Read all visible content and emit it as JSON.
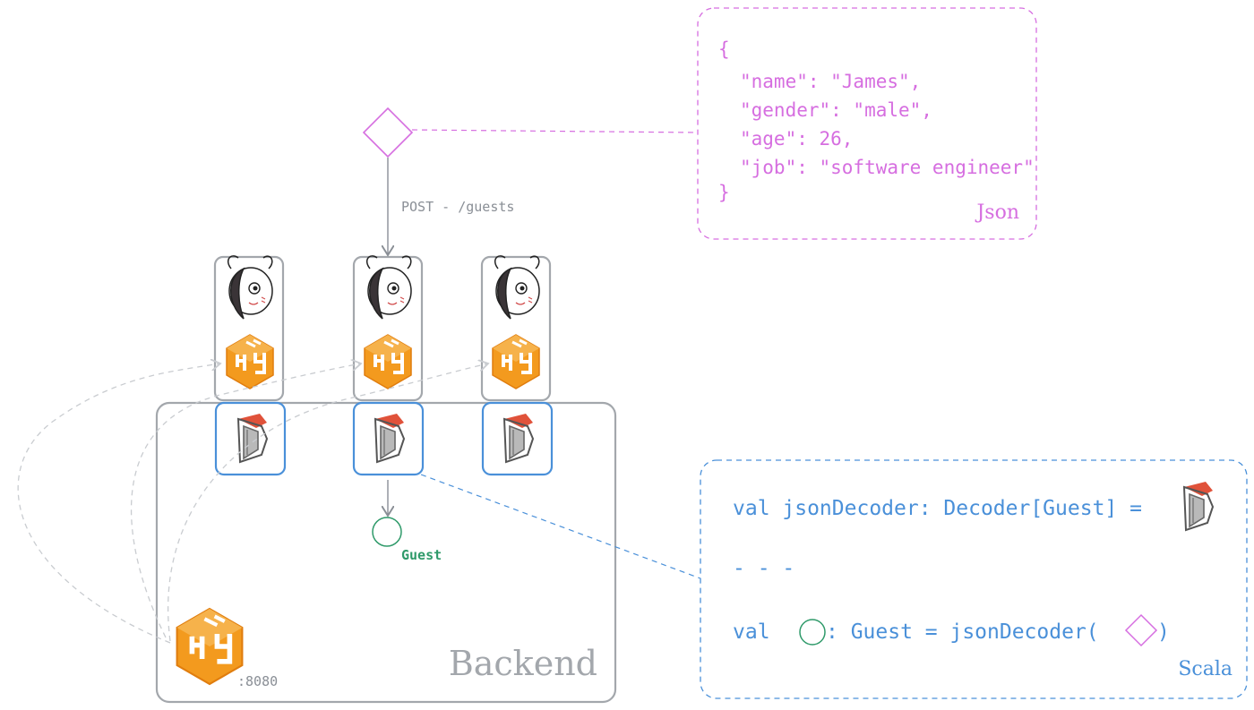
{
  "edge": {
    "label": "POST - /guests"
  },
  "json_panel": {
    "lines": [
      "{",
      "\"name\": \"James\",",
      "\"gender\": \"male\",",
      "\"age\": 26,",
      "\"job\": \"software engineer\"",
      "}"
    ],
    "label": "Json"
  },
  "scala_panel": {
    "line1": "val jsonDecoder: Decoder[Guest] =",
    "line2": "- - -",
    "line3_prefix": "val",
    "line3_mid": ": Guest = jsonDecoder(",
    "line3_suffix": ")",
    "label": "Scala"
  },
  "backend": {
    "label": "Backend",
    "port": ":8080"
  },
  "guest": {
    "label": "Guest"
  },
  "colors": {
    "json": "#d66ee0",
    "scala": "#4a90d9",
    "guest": "#2f9a6a",
    "gray": "#a3a7ac",
    "http4s": "#f39a1e"
  },
  "icons": [
    "json-diamond-icon",
    "monster-mascot-icon",
    "http4s-cube-icon",
    "circe-decoder-icon",
    "guest-circle-icon"
  ]
}
